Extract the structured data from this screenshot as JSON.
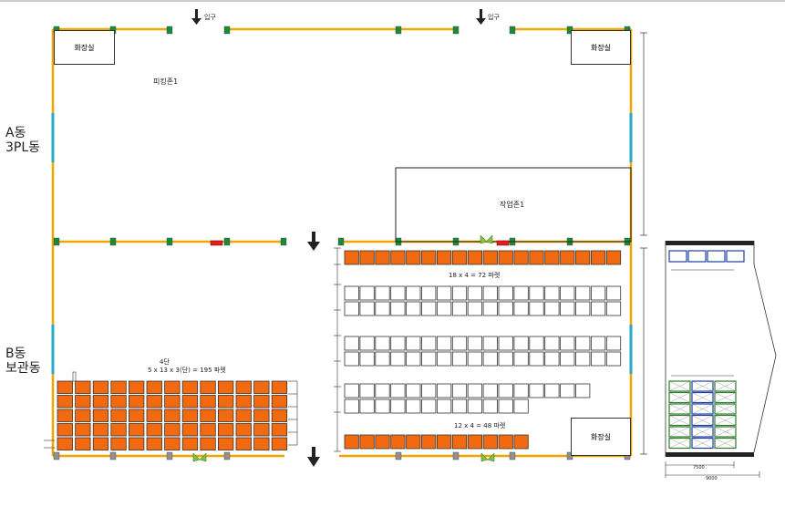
{
  "entrances": [
    {
      "label": "입구"
    },
    {
      "label": "입구"
    }
  ],
  "building_a": {
    "line1": "A동",
    "line2": "3PL동"
  },
  "building_b": {
    "line1": "B동",
    "line2": "보관동"
  },
  "rooms": {
    "toilet_a_left": "화장실",
    "toilet_a_right": "화장실",
    "toilet_b": "화장실"
  },
  "zones": {
    "picking": "피킹존1",
    "work": "작업존1"
  },
  "rack_notes": {
    "left_tier": "4단",
    "left_formula": "5 x 13 x 3(단) = 195 파렛",
    "top_formula": "18 x 4 = 72 파렛",
    "bottom_formula": "12 x 4 = 48 파렛"
  },
  "dims": {
    "width_7500": "7500",
    "width_9000": "9000"
  },
  "colors": {
    "wall": "#f0a500",
    "glass": "#2aa7c9",
    "column_gray": "#909090",
    "column_green": "#1a8a3a",
    "pallet_orange": "#f26a0f",
    "door_green": "#7dc242",
    "equip_red": "#e02020",
    "rack_blue": "#1f3f9f",
    "rack_green": "#2d7d2d"
  }
}
